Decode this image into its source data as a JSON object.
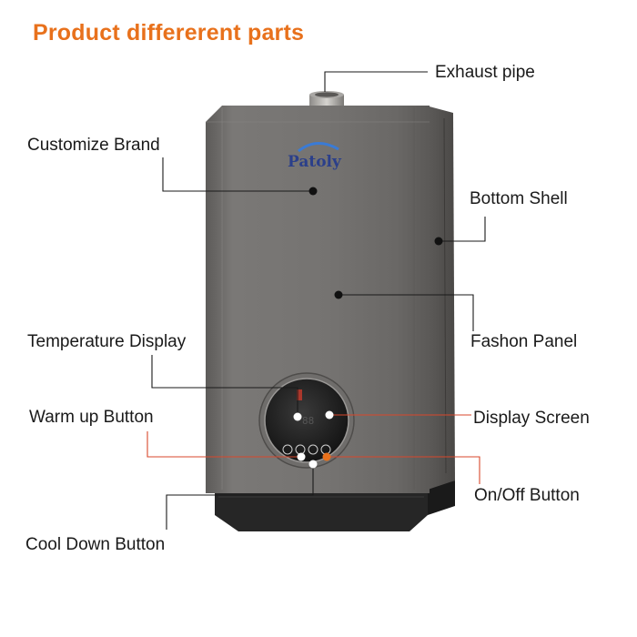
{
  "title": "Product differerent parts",
  "brand_logo": "Patoly",
  "labels": {
    "exhaust_pipe": "Exhaust pipe",
    "customize_brand": "Customize Brand",
    "bottom_shell": "Bottom Shell",
    "fashon_panel": "Fashon Panel",
    "temperature_display": "Temperature Display",
    "warm_up_button": "Warm up Button",
    "display_screen": "Display Screen",
    "on_off_button": "On/Off Button",
    "cool_down_button": "Cool Down Button"
  },
  "colors": {
    "title": "#e8711c",
    "leader_line": "#1a1a1a",
    "leader_line_red": "#d9472b",
    "body": "#6e6c6a",
    "base": "#262626"
  }
}
